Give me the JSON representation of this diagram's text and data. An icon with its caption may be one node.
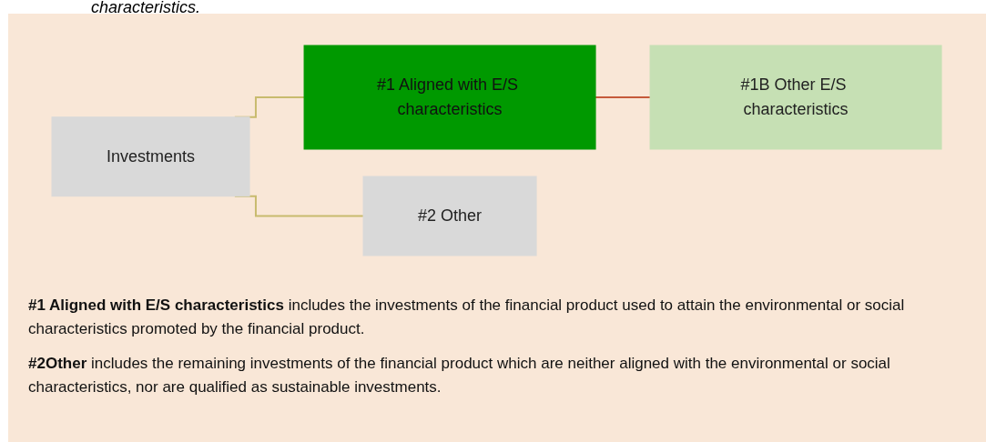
{
  "diagram": {
    "nodes": [
      {
        "text": [
          "Investments"
        ]
      },
      {
        "text": [
          "#1 Aligned with E/S characteristics"
        ]
      },
      {
        "text": [
          "#1B Other E/S characteristics"
        ]
      },
      {
        "text": [
          "#2 Other"
        ]
      }
    ],
    "edges": [
      {
        "from": 0,
        "to": 1,
        "arrow": "none"
      },
      {
        "from": 0,
        "to": 3,
        "arrow": "none"
      },
      {
        "from": 1,
        "to": 2,
        "arrow": "none",
        "color": "#c55a3a"
      }
    ],
    "labels": [
      "characteristics.",
      "**#1 Aligned with E/S characteristics** includes the investments of the financial product used to attain the environmental or social characteristics promoted by the financial product.",
      "**#2Other** includes the remaining investments of the financial product which are neither aligned with the environmental or social characteristics, nor are qualified as sustainable investments."
    ]
  }
}
